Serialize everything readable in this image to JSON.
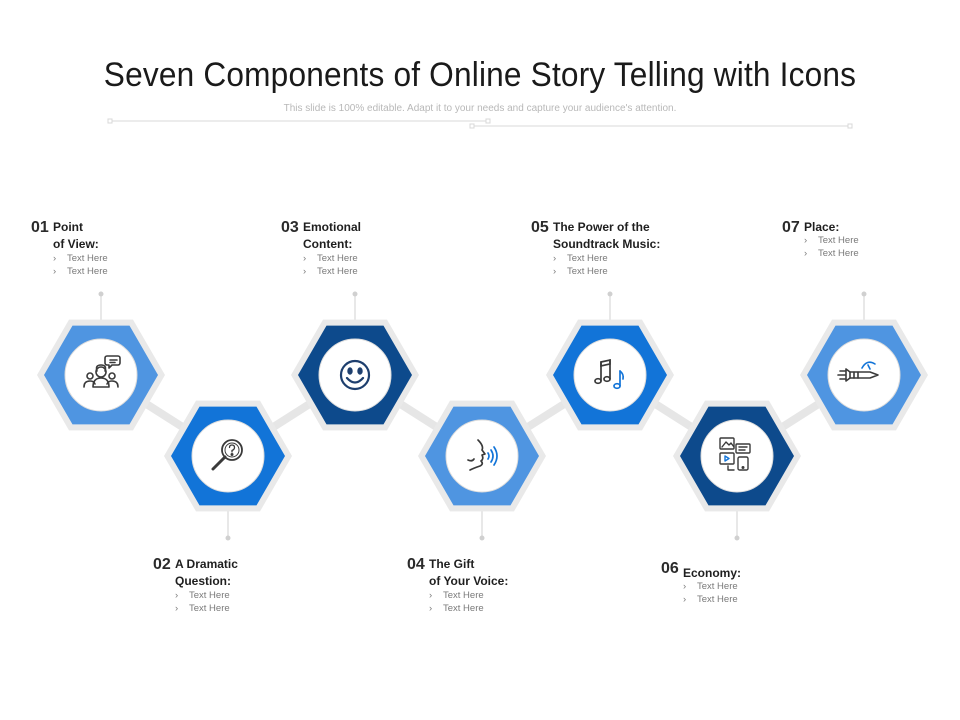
{
  "title": "Seven Components of Online Story Telling with Icons",
  "subtitle": "This slide is 100% editable. Adapt it to your needs and capture your audience's attention.",
  "colors": {
    "light": "#4f95e1",
    "mid": "#1274d8",
    "dark": "#0d4a8c",
    "connector": "#e6e6e6",
    "icon": "#3a3a3a"
  },
  "steps": [
    {
      "number": "01",
      "heading": "Point\nof View:",
      "bullets": [
        "Text Here",
        "Text Here"
      ],
      "icon": "presenter-with-chat-icon",
      "color": "light"
    },
    {
      "number": "02",
      "heading": "A Dramatic\nQuestion:",
      "bullets": [
        "Text Here",
        "Text Here"
      ],
      "icon": "magnifier-question-icon",
      "color": "mid"
    },
    {
      "number": "03",
      "heading": "Emotional\nContent:",
      "bullets": [
        "Text Here",
        "Text Here"
      ],
      "icon": "smiley-face-icon",
      "color": "dark"
    },
    {
      "number": "04",
      "heading": "The Gift\nof Your Voice:",
      "bullets": [
        "Text Here",
        "Text Here"
      ],
      "icon": "speaking-voice-icon",
      "color": "light"
    },
    {
      "number": "05",
      "heading": "The Power of the\nSoundtrack Music:",
      "bullets": [
        "Text Here",
        "Text Here"
      ],
      "icon": "music-notes-icon",
      "color": "mid"
    },
    {
      "number": "06",
      "heading": "Economy:",
      "bullets": [
        "Text Here",
        "Text Here"
      ],
      "icon": "media-devices-icon",
      "color": "dark"
    },
    {
      "number": "07",
      "heading": "Place:",
      "bullets": [
        "Text Here",
        "Text Here"
      ],
      "icon": "rocket-speedometer-icon",
      "color": "light"
    }
  ]
}
